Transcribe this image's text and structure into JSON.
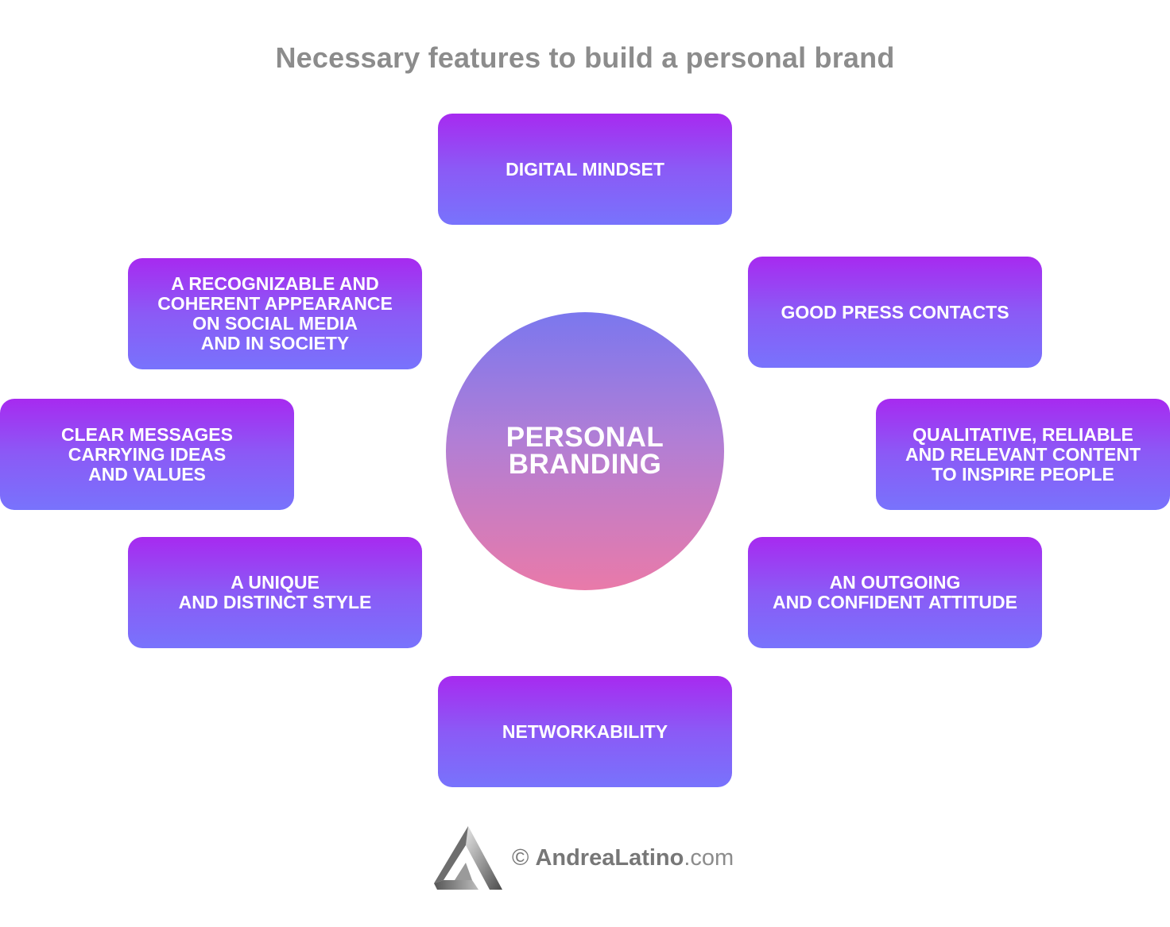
{
  "title": "Necessary features to build a personal brand",
  "center": {
    "label": "PERSONAL\nBRANDING"
  },
  "features": [
    "DIGITAL MINDSET",
    "GOOD PRESS CONTACTS",
    "QUALITATIVE, RELIABLE\nAND RELEVANT CONTENT\nTO INSPIRE PEOPLE",
    "AN OUTGOING\nAND CONFIDENT ATTITUDE",
    "NETWORKABILITY",
    "A UNIQUE\nAND DISTINCT STYLE",
    "CLEAR MESSAGES\nCARRYING IDEAS\nAND VALUES",
    "A RECOGNIZABLE AND\nCOHERENT APPEARANCE\nON SOCIAL MEDIA\nAND IN SOCIETY"
  ],
  "footer": {
    "copyright_symbol": "©",
    "brand": "AndreaLatino",
    "tld": ".com",
    "logo_icon": "andrea-latino-triangle-logo"
  },
  "colors": {
    "title": "#8c8c8c",
    "box_gradient_top": "#a72af0",
    "box_gradient_bottom": "#7873fc",
    "circle_gradient_top": "#7b77ee",
    "circle_gradient_bottom": "#e97aa9",
    "text": "#ffffff"
  }
}
